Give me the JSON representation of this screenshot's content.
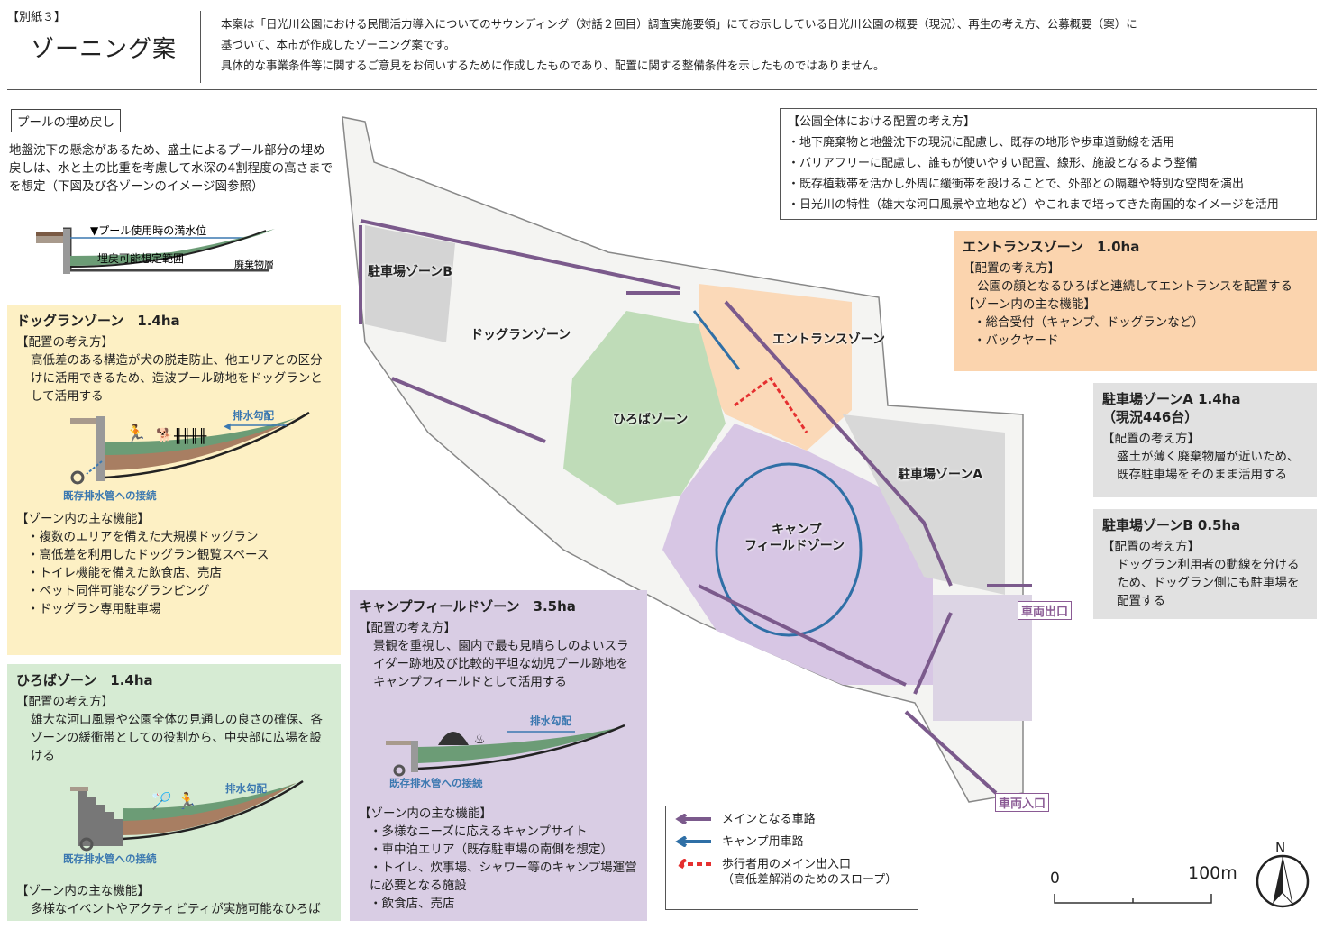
{
  "header": {
    "annex": "【別紙３】",
    "title": "ゾーニング案",
    "intro": [
      "本案は「日光川公園における民間活力導入についてのサウンディング（対話２回目）調査実施要領」にてお示ししている日光川公園の概要（現況）、再生の考え方、公募概要（案）に",
      "基づいて、本市が作成したゾーニング案です。",
      "具体的な事業条件等に関するご意見をお伺いするために作成したものであり、配置に関する整備条件を示したものではありません。"
    ]
  },
  "pool": {
    "tag": "プールの埋め戻し",
    "text": "地盤沈下の懸念があるため、盛土によるプール部分の埋め戻しは、水と土の比重を考慮して水深の4割程度の高さまでを想定（下図及び各ゾーンのイメージ図参照）",
    "diagram": {
      "water_level": "▼プール使用時の満水位",
      "fill_range": "埋戻可能想定範囲",
      "waste": "廃棄物層"
    }
  },
  "common": {
    "drain_slope": "排水勾配",
    "drain_conn": "既存排水管への接続",
    "policy_heading": "【配置の考え方】",
    "function_heading": "【ゾーン内の主な機能】"
  },
  "dogrun": {
    "title": "ドッグランゾーン　1.4ha",
    "policy": "高低差のある構造が犬の脱走防止、他エリアとの区分けに活用できるため、造波プール跡地をドッグランとして活用する",
    "functions": [
      "・複数のエリアを備えた大規模ドッグラン",
      "・高低差を利用したドッグラン観覧スペース",
      "・トイレ機能を備えた飲食店、売店",
      "・ペット同伴可能なグランピング",
      "・ドッグラン専用駐車場"
    ]
  },
  "hiroba": {
    "title": "ひろばゾーン　1.4ha",
    "policy": "雄大な河口風景や公園全体の見通しの良さの確保、各ゾーンの緩衝帯としての役割から、中央部に広場を設ける",
    "functions": [
      "多様なイベントやアクティビティが実施可能なひろば"
    ]
  },
  "camp": {
    "title": "キャンプフィールドゾーン　3.5ha",
    "policy": "景観を重視し、園内で最も見晴らしのよいスライダー跡地及び比較的平坦な幼児プール跡地をキャンプフィールドとして活用する",
    "functions": [
      "・多様なニーズに応えるキャンプサイト",
      "・車中泊エリア（既存駐車場の南側を想定）",
      "・トイレ、炊事場、シャワー等のキャンプ場運営に必要となる施設",
      "・飲食店、売店"
    ]
  },
  "policy": {
    "heading": "【公園全体における配置の考え方】",
    "items": [
      "・地下廃棄物と地盤沈下の現況に配慮し、既存の地形や歩車道動線を活用",
      "・バリアフリーに配慮し、誰もが使いやすい配置、線形、施設となるよう整備",
      "・既存植栽帯を活かし外周に緩衝帯を設けることで、外部との隔離や特別な空間を演出",
      "・日光川の特性（雄大な河口風景や立地など）やこれまで培ってきた南国的なイメージを活用"
    ]
  },
  "entrance": {
    "title": "エントランスゾーン　1.0ha",
    "policy": "公園の顔となるひろばと連続してエントランスを配置する",
    "functions": [
      "・総合受付（キャンプ、ドッグランなど）",
      "・バックヤード"
    ]
  },
  "parkA": {
    "title": "駐車場ゾーンA 1.4ha",
    "subtitle": "（現況446台）",
    "policy": "盛土が薄く廃棄物層が近いため、既存駐車場をそのまま活用する"
  },
  "parkB": {
    "title": "駐車場ゾーンB 0.5ha",
    "policy": "ドッグラン利用者の動線を分けるため、ドッグラン側にも駐車場を配置する"
  },
  "map": {
    "labels": {
      "parkB": "駐車場ゾーンB",
      "dogrun": "ドッグランゾーン",
      "entrance": "エントランスゾーン",
      "hiroba": "ひろばゾーン",
      "parkA": "駐車場ゾーンA",
      "camp1": "キャンプ",
      "camp2": "フィールドゾーン"
    },
    "exit": "車両出口",
    "entry": "車両入口"
  },
  "legend": {
    "main_road": "メインとなる車路",
    "camp_road": "キャンプ用車路",
    "pedestrian": "歩行者用のメイン出入口",
    "pedestrian_note": "（高低差解消のためのスロープ）"
  },
  "scale": {
    "start": "0",
    "end": "100m"
  },
  "north": "N",
  "colors": {
    "dogrun": "#fdf0c4",
    "hiroba": "#d6ebd3",
    "camp": "#d9cde4",
    "entrance": "#fbd4ae",
    "parking": "#e1e1e1",
    "main_road": "#7b5a8c",
    "camp_road": "#2f6fa6",
    "pedestrian": "#e53030"
  }
}
